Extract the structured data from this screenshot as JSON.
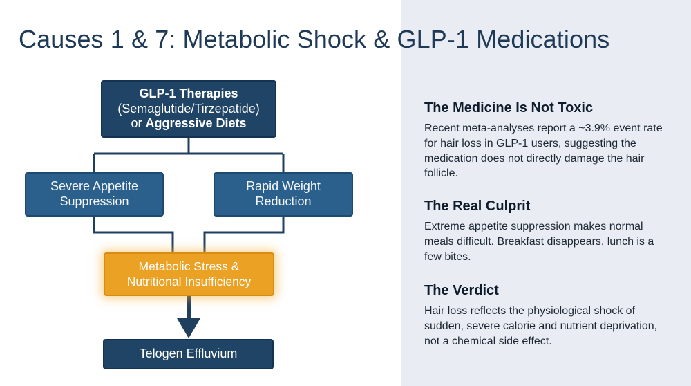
{
  "title": "Causes 1 & 7: Metabolic Shock & GLP-1 Medications",
  "diagram": {
    "top_box": {
      "line1": "GLP-1 Therapies",
      "line2": "(Semaglutide/Tirzepatide)",
      "line3_prefix": "or ",
      "line3_bold": "Aggressive Diets"
    },
    "left_box": {
      "line1": "Severe Appetite",
      "line2": "Suppression"
    },
    "right_box": {
      "line1": "Rapid Weight",
      "line2": "Reduction"
    },
    "middle_box": {
      "line1": "Metabolic Stress &",
      "line2": "Nutritional Insufficiency"
    },
    "bottom_box": {
      "label": "Telogen Effluvium"
    }
  },
  "sections": [
    {
      "heading": "The Medicine Is Not Toxic",
      "body": "Recent meta-analyses report a ~3.9% event rate for hair loss in GLP-1 users, suggesting the medication does not directly damage the hair follicle."
    },
    {
      "heading": "The Real Culprit",
      "body": "Extreme appetite suppression makes normal meals difficult. Breakfast disappears, lunch is a few bites."
    },
    {
      "heading": "The Verdict",
      "body": "Hair loss reflects the physiological shock of sudden, severe calorie and nutrient deprivation, not a chemical side effect."
    }
  ],
  "colors": {
    "title": "#1e3a57",
    "navy_box": "#1f4465",
    "steel_box": "#2b5f8c",
    "orange_box": "#eba123",
    "connector": "#1f3f5e",
    "right_panel_bg": "#e9edf3"
  }
}
